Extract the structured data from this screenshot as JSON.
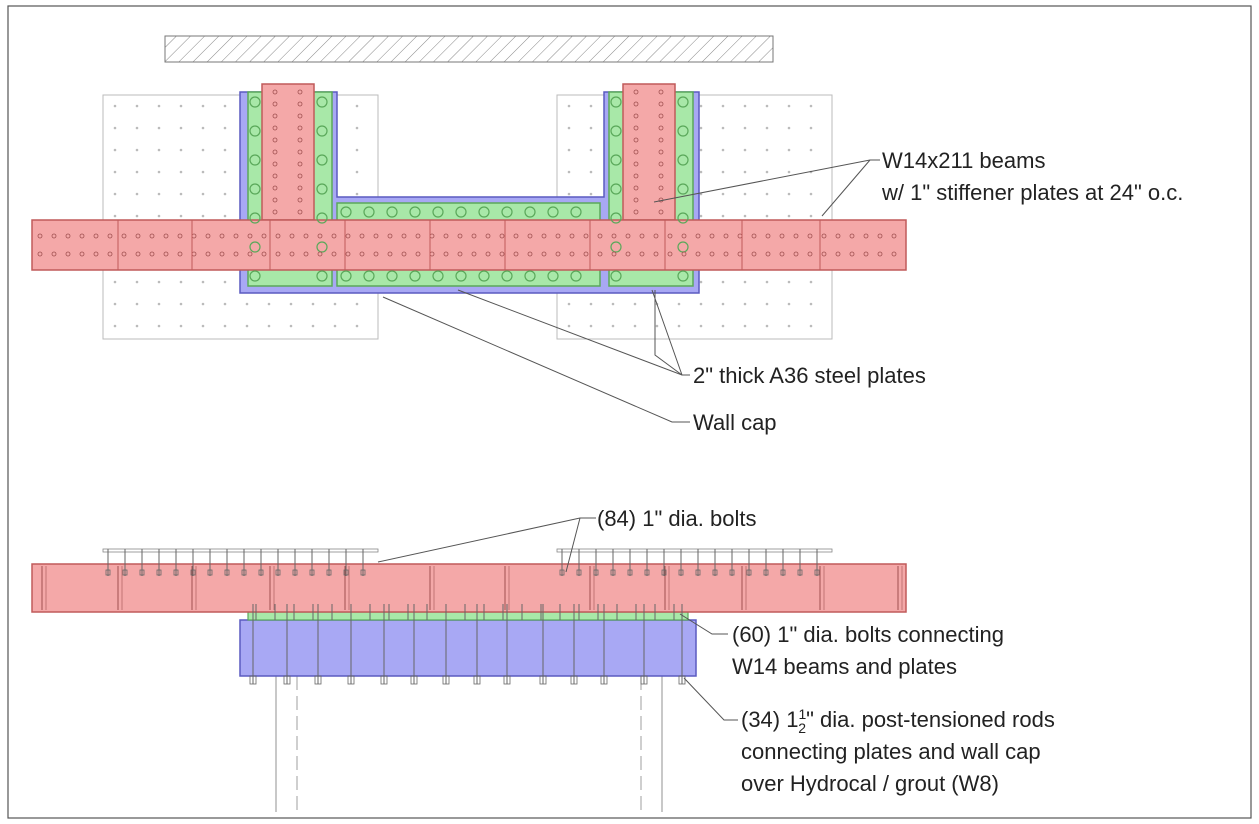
{
  "colors": {
    "beam_fill": "#f4a8a8",
    "beam_stroke": "#c05a5a",
    "steel_plate_fill": "#a8e8a8",
    "steel_plate_stroke": "#5aa85a",
    "wall_cap_fill": "#a8a8f4",
    "wall_cap_stroke": "#5a5ac0",
    "line": "#555555"
  },
  "labels": {
    "beams_line1": "W14x211 beams",
    "beams_line2": "w/ 1\" stiffener plates at 24\" o.c.",
    "steel_plates": "2\" thick A36 steel plates",
    "wall_cap": "Wall cap",
    "bolts_84": "(84) 1\" dia. bolts",
    "bolts_60_line1": "(60) 1\" dia. bolts connecting",
    "bolts_60_line2": "W14 beams and plates",
    "rods_prefix": "(34) 1",
    "rods_frac_num": "1",
    "rods_frac_den": "2",
    "rods_line1_rest": "\" dia. post-tensioned rods",
    "rods_line2": "connecting plates and wall cap",
    "rods_line3": "over Hydrocal / grout (W8)"
  }
}
